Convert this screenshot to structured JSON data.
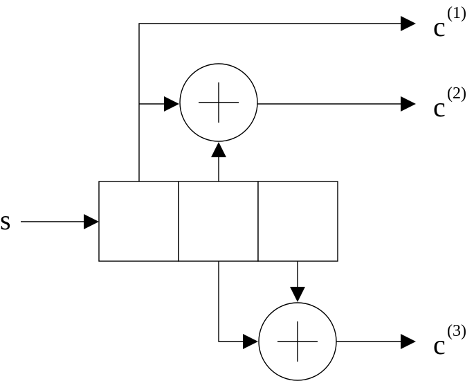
{
  "input": {
    "label": "s"
  },
  "outputs": [
    {
      "base": "c",
      "sup": "(1)"
    },
    {
      "base": "c",
      "sup": "(2)"
    },
    {
      "base": "c",
      "sup": "(3)"
    }
  ],
  "register": {
    "cells": 3
  },
  "adders": [
    {
      "symbol": "+"
    },
    {
      "symbol": "+"
    }
  ]
}
